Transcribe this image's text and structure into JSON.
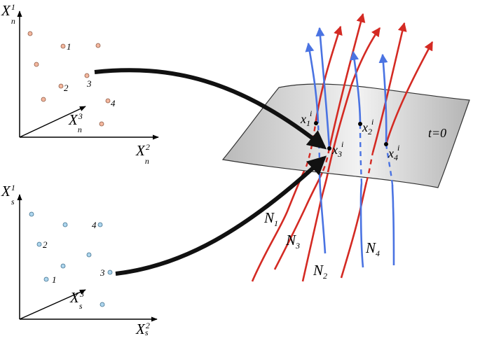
{
  "top_panel": {
    "axis_y_base": "X",
    "axis_y_sub": "n",
    "axis_y_sup": "1",
    "axis_x_base": "X",
    "axis_x_sub": "n",
    "axis_x_sup": "2",
    "axis_z_base": "X",
    "axis_z_sub": "n",
    "axis_z_sup": "3",
    "point_labels": [
      "1",
      "2",
      "3",
      "4"
    ],
    "point_color": "#f4b79e"
  },
  "bottom_panel": {
    "axis_y_base": "X",
    "axis_y_sub": "s",
    "axis_y_sup": "1",
    "axis_x_base": "X",
    "axis_x_sub": "s",
    "axis_x_sup": "2",
    "axis_z_base": "X",
    "axis_z_sub": "s",
    "axis_z_sup": "3",
    "point_labels": [
      "1",
      "2",
      "3",
      "4"
    ],
    "point_color": "#aed6ee"
  },
  "manifold": {
    "surface_label": "t=0",
    "intersections": [
      {
        "base": "x",
        "sub": "1",
        "sup": "i"
      },
      {
        "base": "x",
        "sub": "3",
        "sup": "i"
      },
      {
        "base": "x",
        "sub": "2",
        "sup": "i"
      },
      {
        "base": "x",
        "sub": "4",
        "sup": "i"
      }
    ],
    "curves": [
      {
        "base": "N",
        "sub": "1"
      },
      {
        "base": "N",
        "sub": "3"
      },
      {
        "base": "N",
        "sub": "2"
      },
      {
        "base": "N",
        "sub": "4"
      }
    ],
    "colors": {
      "red": "#d42a23",
      "blue": "#4a73e2",
      "arrow": "#111111"
    }
  }
}
